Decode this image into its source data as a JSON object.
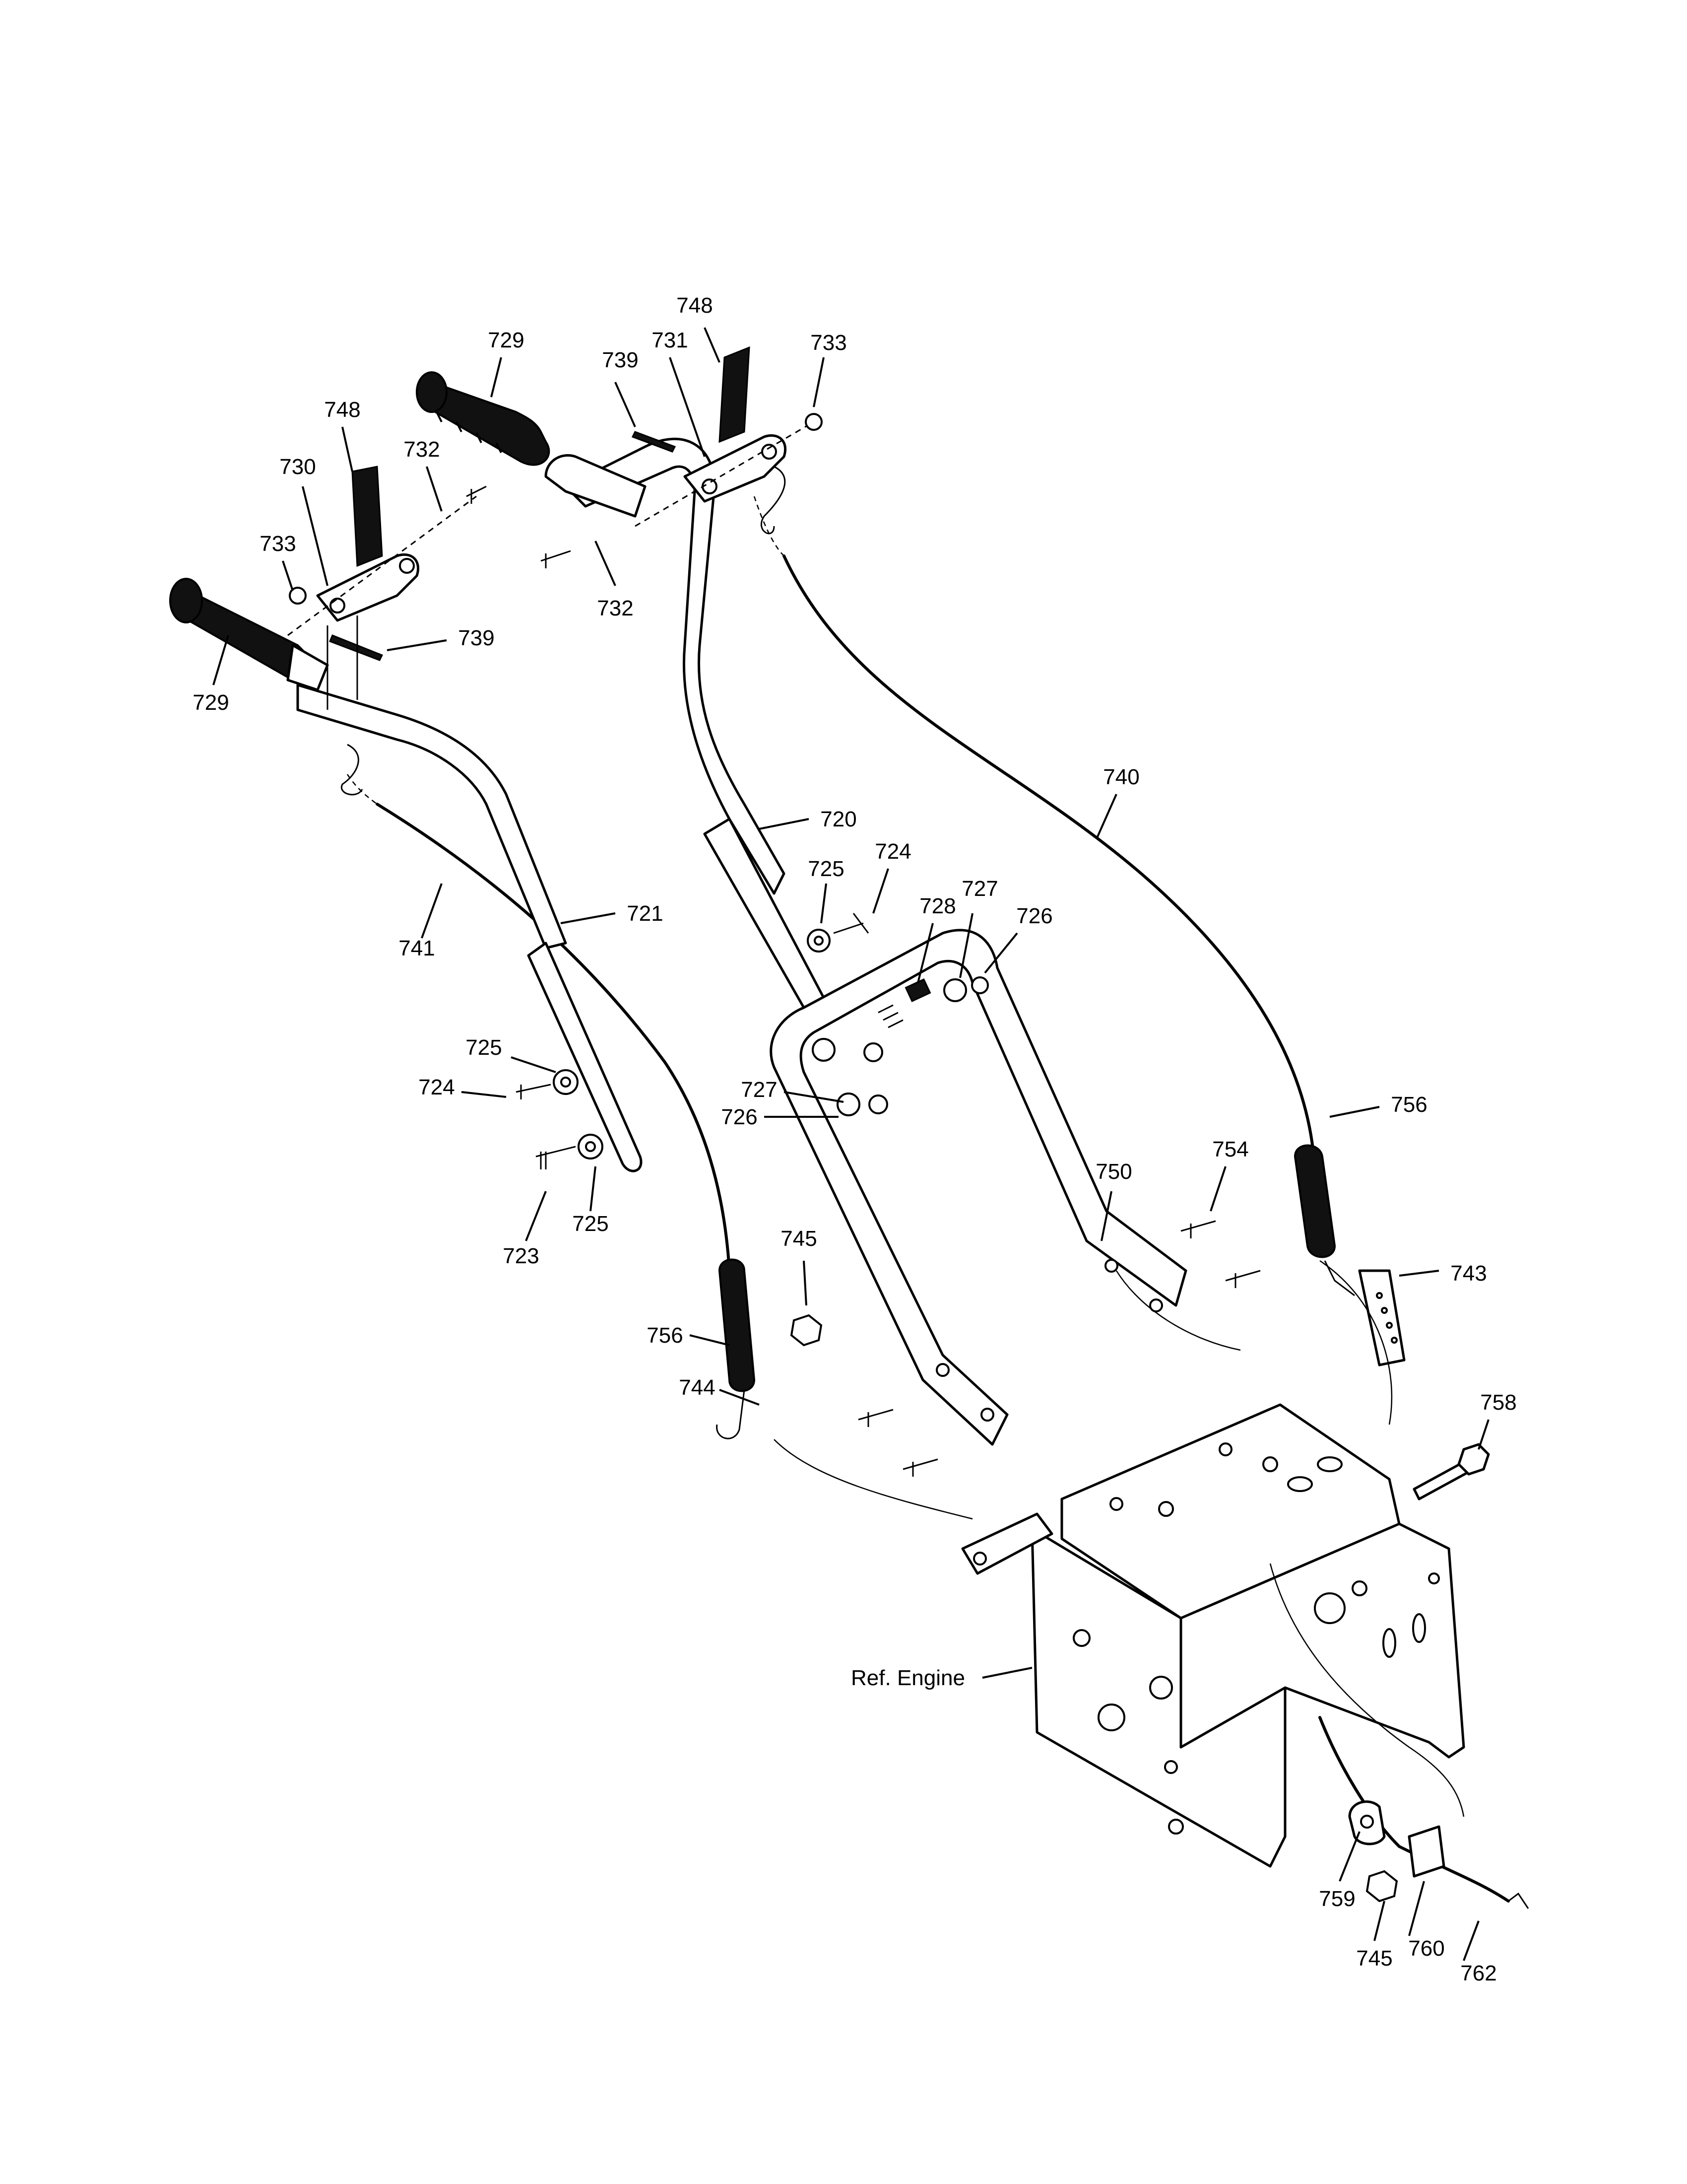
{
  "labels": {
    "p748_right": "748",
    "p729_right": "729",
    "p739_right": "739",
    "p731": "731",
    "p733_right": "733",
    "p748_left": "748",
    "p730": "730",
    "p732_left": "732",
    "p733_left": "733",
    "p732_center": "732",
    "p739_left": "739",
    "p729_left": "729",
    "p720": "720",
    "p740": "740",
    "p725_top": "725",
    "p724_top": "724",
    "p728": "728",
    "p727_top": "727",
    "p726_top": "726",
    "p721": "721",
    "p741": "741",
    "p725_mid": "725",
    "p724_mid": "724",
    "p727_mid": "727",
    "p726_mid": "726",
    "p723": "723",
    "p725_low": "725",
    "p756_right": "756",
    "p750": "750",
    "p754": "754",
    "p745_top": "745",
    "p743": "743",
    "p756_left": "756",
    "p744": "744",
    "p758": "758",
    "ref_engine": "Ref. Engine",
    "p759": "759",
    "p745_low": "745",
    "p760": "760",
    "p762": "762"
  }
}
